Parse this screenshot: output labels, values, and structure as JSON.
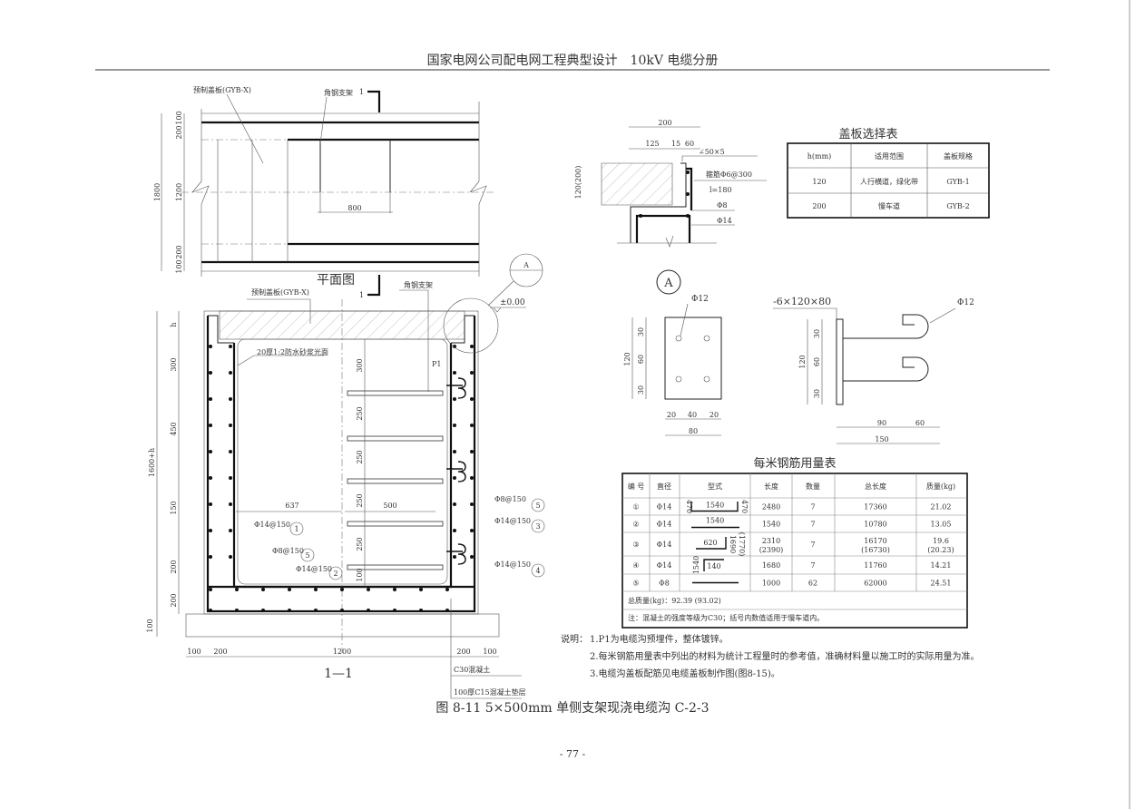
{
  "header": {
    "title": "国家电网公司配电网工程典型设计　10kV 电缆分册"
  },
  "plan_view": {
    "title": "平面图",
    "label_cover": "预制盖板(GYB-X)",
    "label_bracket": "角钢支架",
    "section_mark": "1",
    "dims_left": [
      "100",
      "200",
      "1200",
      "200",
      "100"
    ],
    "dim_total": "1800",
    "dim_spacing": "800"
  },
  "section_view": {
    "title": "1—1",
    "label_cover": "预制盖板(GYB-X)",
    "label_bracket": "角钢支架",
    "label_level": "±0.00",
    "label_mortar": "20厚1:2防水砂浆光面",
    "label_p1": "P1",
    "detail_mark": "A",
    "dims_left": [
      "h",
      "300",
      "450",
      "150",
      "200",
      "200"
    ],
    "dim_total": "1600+h",
    "dim_bed": "100",
    "dims_bracket": [
      "300",
      "250",
      "250",
      "250",
      "250",
      "100"
    ],
    "dim_637": "637",
    "dim_500": "500",
    "dims_bottom": [
      "100",
      "200",
      "1200",
      "200",
      "100"
    ],
    "rebar_callouts": [
      {
        "text": "Φ14@150",
        "num": "1"
      },
      {
        "text": "Φ8@150",
        "num": "5"
      },
      {
        "text": "Φ14@150",
        "num": "2"
      },
      {
        "text": "Φ8@150",
        "num": "5"
      },
      {
        "text": "Φ14@150",
        "num": "3"
      },
      {
        "text": "Φ14@150",
        "num": "4"
      }
    ],
    "label_concrete": "C30混凝土",
    "label_bedding": "100厚C15混凝土垫层"
  },
  "detail_top": {
    "dims": [
      "200",
      "125",
      "15",
      "60"
    ],
    "dim_h": "120(200)",
    "labels": [
      "∠50×5",
      "箍筋Φ6@300",
      "l=180",
      "Φ8",
      "Φ14"
    ]
  },
  "detail_a": {
    "mark": "A",
    "plate_label": "-6×120×80",
    "bar_label_1": "Φ12",
    "bar_label_2": "Φ12",
    "plate_dims_v": [
      "30",
      "60",
      "30"
    ],
    "plate_dim_h": "120",
    "plate_dims_b": [
      "20",
      "40",
      "20"
    ],
    "plate_dim_total": "80",
    "side_dims_v": [
      "30",
      "60",
      "30"
    ],
    "side_dim_h": "120",
    "side_dims_b": [
      "90",
      "60"
    ],
    "side_dim_total": "150"
  },
  "cover_table": {
    "title": "盖板选择表",
    "headers": [
      "h(mm)",
      "适用范围",
      "盖板规格"
    ],
    "rows": [
      [
        "120",
        "人行横道，绿化带",
        "GYB-1"
      ],
      [
        "200",
        "慢车道",
        "GYB-2"
      ]
    ]
  },
  "rebar_table": {
    "title": "每米钢筋用量表",
    "headers": [
      "编 号",
      "直径",
      "型式",
      "长度",
      "数量",
      "总长度",
      "质量(kg)"
    ],
    "rows": [
      {
        "no": "①",
        "dia": "Φ14",
        "shape": [
          "470",
          "1540",
          "470"
        ],
        "len": "2480",
        "len2": "",
        "qty": "7",
        "total": "17360",
        "total2": "",
        "mass": "21.02",
        "mass2": ""
      },
      {
        "no": "②",
        "dia": "Φ14",
        "shape": [
          "1540"
        ],
        "len": "1540",
        "len2": "",
        "qty": "7",
        "total": "10780",
        "total2": "",
        "mass": "13.05",
        "mass2": ""
      },
      {
        "no": "③",
        "dia": "Φ14",
        "shape": [
          "620",
          "1690",
          "(1770)"
        ],
        "len": "2310",
        "len2": "(2390)",
        "qty": "7",
        "total": "16170",
        "total2": "(16730)",
        "mass": "19.6",
        "mass2": "(20.23)"
      },
      {
        "no": "④",
        "dia": "Φ14",
        "shape": [
          "1540",
          "140"
        ],
        "len": "1680",
        "len2": "",
        "qty": "7",
        "total": "11760",
        "total2": "",
        "mass": "14.21",
        "mass2": ""
      },
      {
        "no": "⑤",
        "dia": "Φ8",
        "shape": [],
        "len": "1000",
        "len2": "",
        "qty": "62",
        "total": "62000",
        "total2": "",
        "mass": "24.51",
        "mass2": ""
      }
    ],
    "total_mass": "总质量(kg)：92.39 (93.02)",
    "note": "注：混凝土的强度等级为C30；括号内数值适用于慢车道内。"
  },
  "notes": {
    "prefix": "说明：",
    "items": [
      "1.P1为电缆沟预埋件，整体镀锌。",
      "2.每米钢筋用量表中列出的材料为统计工程量时的参考值，准确材料量以施工时的实际用量为准。",
      "3.电缆沟盖板配筋见电缆盖板制作图(图8-15)。"
    ]
  },
  "caption": "图 8-11  5×500mm 单侧支架现浇电缆沟 C-2-3",
  "page_number": "- 77 -"
}
